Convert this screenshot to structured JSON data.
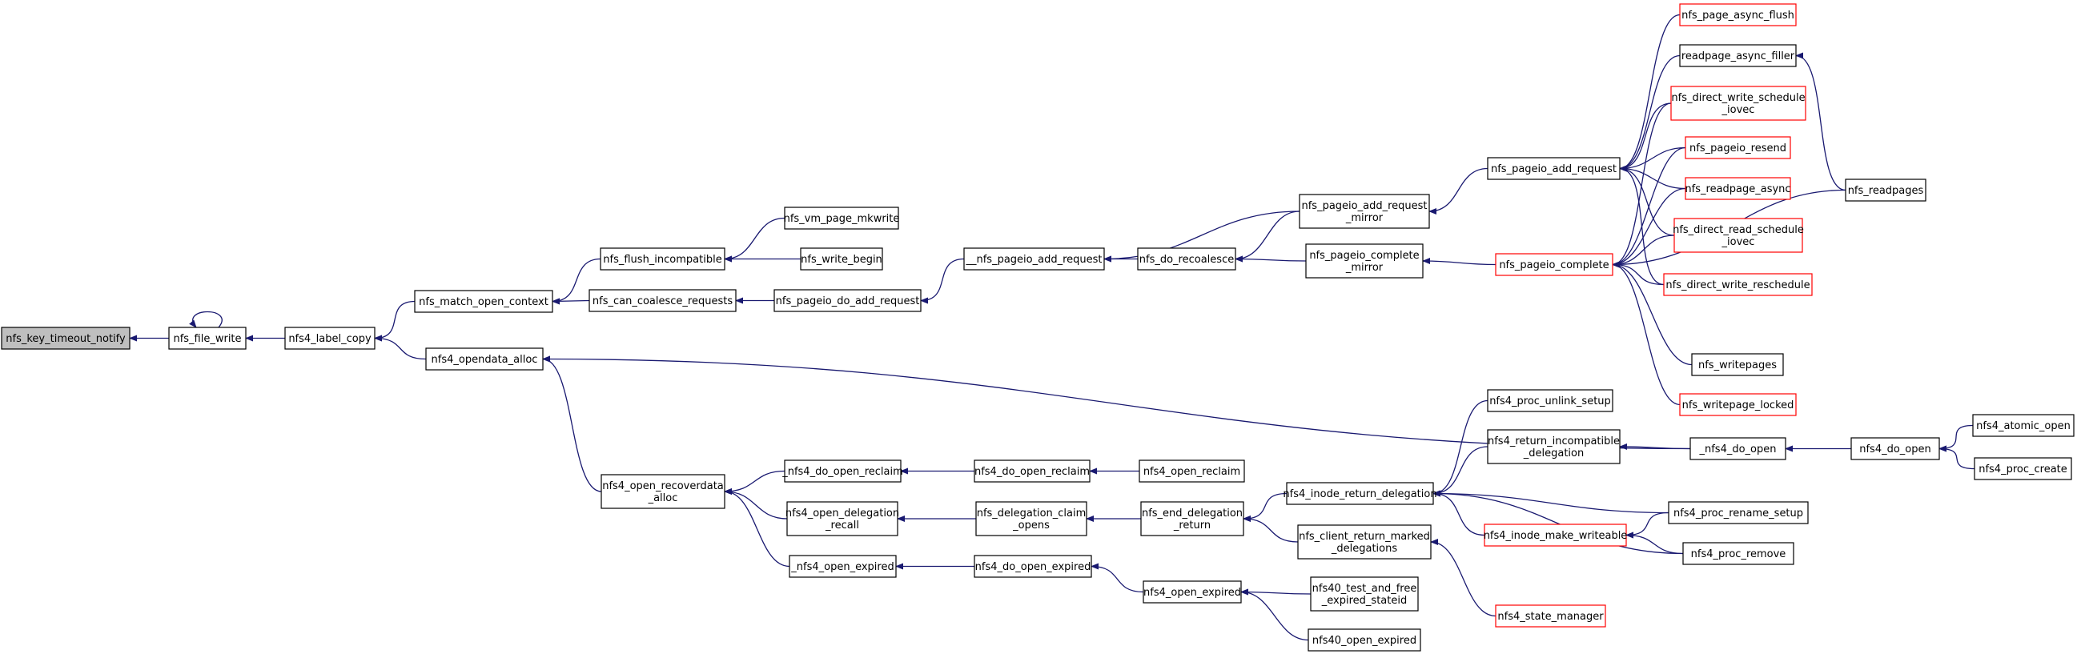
{
  "colors": {
    "edge": "#191970",
    "normal_border": "#000000",
    "truncated_border": "#ff0000",
    "root_fill": "#bfbfbf",
    "background": "#ffffff"
  },
  "graph": {
    "nodes": [
      {
        "id": "nfs_key_timeout_notify",
        "lines": [
          "nfs_key_timeout_notify"
        ],
        "kind": "root"
      },
      {
        "id": "nfs_file_write",
        "lines": [
          "nfs_file_write"
        ],
        "kind": "normal"
      },
      {
        "id": "nfs4_label_copy",
        "lines": [
          "nfs4_label_copy"
        ],
        "kind": "normal"
      },
      {
        "id": "nfs_match_open_context",
        "lines": [
          "nfs_match_open_context"
        ],
        "kind": "normal"
      },
      {
        "id": "nfs4_opendata_alloc",
        "lines": [
          "nfs4_opendata_alloc"
        ],
        "kind": "normal"
      },
      {
        "id": "nfs_flush_incompatible",
        "lines": [
          "nfs_flush_incompatible"
        ],
        "kind": "normal"
      },
      {
        "id": "nfs_can_coalesce_requests",
        "lines": [
          "nfs_can_coalesce_requests"
        ],
        "kind": "normal"
      },
      {
        "id": "nfs_vm_page_mkwrite",
        "lines": [
          "nfs_vm_page_mkwrite"
        ],
        "kind": "normal"
      },
      {
        "id": "nfs_write_begin",
        "lines": [
          "nfs_write_begin"
        ],
        "kind": "normal"
      },
      {
        "id": "nfs_pageio_do_add_request",
        "lines": [
          "nfs_pageio_do_add_request"
        ],
        "kind": "normal"
      },
      {
        "id": "__nfs_pageio_add_request",
        "lines": [
          "__nfs_pageio_add_request"
        ],
        "kind": "normal"
      },
      {
        "id": "nfs_do_recoalesce",
        "lines": [
          "nfs_do_recoalesce"
        ],
        "kind": "normal"
      },
      {
        "id": "nfs_pageio_add_request_mirror",
        "lines": [
          "nfs_pageio_add_request",
          "_mirror"
        ],
        "kind": "normal"
      },
      {
        "id": "nfs_pageio_complete_mirror",
        "lines": [
          "nfs_pageio_complete",
          "_mirror"
        ],
        "kind": "normal"
      },
      {
        "id": "nfs_pageio_add_request",
        "lines": [
          "nfs_pageio_add_request"
        ],
        "kind": "normal"
      },
      {
        "id": "nfs_pageio_complete",
        "lines": [
          "nfs_pageio_complete"
        ],
        "kind": "truncated"
      },
      {
        "id": "nfs_page_async_flush",
        "lines": [
          "nfs_page_async_flush"
        ],
        "kind": "truncated"
      },
      {
        "id": "readpage_async_filler",
        "lines": [
          "readpage_async_filler"
        ],
        "kind": "normal"
      },
      {
        "id": "nfs_direct_write_schedule_iovec",
        "lines": [
          "nfs_direct_write_schedule",
          "_iovec"
        ],
        "kind": "truncated"
      },
      {
        "id": "nfs_pageio_resend",
        "lines": [
          "nfs_pageio_resend"
        ],
        "kind": "truncated"
      },
      {
        "id": "nfs_readpage_async",
        "lines": [
          "nfs_readpage_async"
        ],
        "kind": "truncated"
      },
      {
        "id": "nfs_direct_read_schedule_iovec",
        "lines": [
          "nfs_direct_read_schedule",
          "_iovec"
        ],
        "kind": "truncated"
      },
      {
        "id": "nfs_direct_write_reschedule",
        "lines": [
          "nfs_direct_write_reschedule"
        ],
        "kind": "truncated"
      },
      {
        "id": "nfs_writepages",
        "lines": [
          "nfs_writepages"
        ],
        "kind": "normal"
      },
      {
        "id": "nfs_writepage_locked",
        "lines": [
          "nfs_writepage_locked"
        ],
        "kind": "truncated"
      },
      {
        "id": "nfs_readpages",
        "lines": [
          "nfs_readpages"
        ],
        "kind": "normal"
      },
      {
        "id": "nfs4_open_recoverdata_alloc",
        "lines": [
          "nfs4_open_recoverdata",
          "_alloc"
        ],
        "kind": "normal"
      },
      {
        "id": "_nfs4_do_open_reclaim",
        "lines": [
          "_nfs4_do_open_reclaim"
        ],
        "kind": "normal"
      },
      {
        "id": "nfs4_open_delegation_recall",
        "lines": [
          "nfs4_open_delegation",
          "_recall"
        ],
        "kind": "normal"
      },
      {
        "id": "_nfs4_open_expired",
        "lines": [
          "_nfs4_open_expired"
        ],
        "kind": "normal"
      },
      {
        "id": "nfs4_do_open_reclaim",
        "lines": [
          "nfs4_do_open_reclaim"
        ],
        "kind": "normal"
      },
      {
        "id": "nfs_delegation_claim_opens",
        "lines": [
          "nfs_delegation_claim",
          "_opens"
        ],
        "kind": "normal"
      },
      {
        "id": "nfs4_do_open_expired",
        "lines": [
          "nfs4_do_open_expired"
        ],
        "kind": "normal"
      },
      {
        "id": "nfs4_open_reclaim",
        "lines": [
          "nfs4_open_reclaim"
        ],
        "kind": "normal"
      },
      {
        "id": "nfs_end_delegation_return",
        "lines": [
          "nfs_end_delegation",
          "_return"
        ],
        "kind": "normal"
      },
      {
        "id": "nfs4_open_expired",
        "lines": [
          "nfs4_open_expired"
        ],
        "kind": "normal"
      },
      {
        "id": "nfs4_inode_return_delegation",
        "lines": [
          "nfs4_inode_return_delegation"
        ],
        "kind": "normal"
      },
      {
        "id": "nfs_client_return_marked_delegations",
        "lines": [
          "nfs_client_return_marked",
          "_delegations"
        ],
        "kind": "normal"
      },
      {
        "id": "nfs40_test_and_free_expired_stateid",
        "lines": [
          "nfs40_test_and_free",
          "_expired_stateid"
        ],
        "kind": "normal"
      },
      {
        "id": "nfs40_open_expired",
        "lines": [
          "nfs40_open_expired"
        ],
        "kind": "normal"
      },
      {
        "id": "nfs4_proc_unlink_setup",
        "lines": [
          "nfs4_proc_unlink_setup"
        ],
        "kind": "normal"
      },
      {
        "id": "nfs4_return_incompatible_delegation",
        "lines": [
          "nfs4_return_incompatible",
          "_delegation"
        ],
        "kind": "normal"
      },
      {
        "id": "nfs4_inode_make_writeable",
        "lines": [
          "nfs4_inode_make_writeable"
        ],
        "kind": "truncated"
      },
      {
        "id": "nfs4_state_manager",
        "lines": [
          "nfs4_state_manager"
        ],
        "kind": "truncated"
      },
      {
        "id": "_nfs4_do_open",
        "lines": [
          "_nfs4_do_open"
        ],
        "kind": "normal"
      },
      {
        "id": "nfs4_proc_rename_setup",
        "lines": [
          "nfs4_proc_rename_setup"
        ],
        "kind": "normal"
      },
      {
        "id": "nfs4_proc_remove",
        "lines": [
          "nfs4_proc_remove"
        ],
        "kind": "normal"
      },
      {
        "id": "nfs4_do_open",
        "lines": [
          "nfs4_do_open"
        ],
        "kind": "normal"
      },
      {
        "id": "nfs4_atomic_open",
        "lines": [
          "nfs4_atomic_open"
        ],
        "kind": "normal"
      },
      {
        "id": "nfs4_proc_create",
        "lines": [
          "nfs4_proc_create"
        ],
        "kind": "normal"
      }
    ],
    "edges": [
      [
        "nfs_file_write",
        "nfs_key_timeout_notify"
      ],
      [
        "nfs_file_write",
        "nfs_file_write"
      ],
      [
        "nfs4_label_copy",
        "nfs_file_write"
      ],
      [
        "nfs_match_open_context",
        "nfs4_label_copy"
      ],
      [
        "nfs4_opendata_alloc",
        "nfs4_label_copy"
      ],
      [
        "nfs_flush_incompatible",
        "nfs_match_open_context"
      ],
      [
        "nfs_can_coalesce_requests",
        "nfs_match_open_context"
      ],
      [
        "nfs_vm_page_mkwrite",
        "nfs_flush_incompatible"
      ],
      [
        "nfs_write_begin",
        "nfs_flush_incompatible"
      ],
      [
        "nfs_pageio_do_add_request",
        "nfs_can_coalesce_requests"
      ],
      [
        "__nfs_pageio_add_request",
        "nfs_pageio_do_add_request"
      ],
      [
        "nfs_do_recoalesce",
        "__nfs_pageio_add_request"
      ],
      [
        "nfs_pageio_add_request_mirror",
        "__nfs_pageio_add_request"
      ],
      [
        "nfs_pageio_add_request_mirror",
        "nfs_do_recoalesce"
      ],
      [
        "nfs_pageio_complete_mirror",
        "nfs_do_recoalesce"
      ],
      [
        "nfs_pageio_add_request",
        "nfs_pageio_add_request_mirror"
      ],
      [
        "nfs_pageio_complete",
        "nfs_pageio_complete_mirror"
      ],
      [
        "nfs_page_async_flush",
        "nfs_pageio_add_request"
      ],
      [
        "readpage_async_filler",
        "nfs_pageio_add_request"
      ],
      [
        "nfs_direct_write_schedule_iovec",
        "nfs_pageio_add_request"
      ],
      [
        "nfs_pageio_resend",
        "nfs_pageio_add_request"
      ],
      [
        "nfs_readpage_async",
        "nfs_pageio_add_request"
      ],
      [
        "nfs_direct_read_schedule_iovec",
        "nfs_pageio_add_request"
      ],
      [
        "nfs_direct_write_reschedule",
        "nfs_pageio_add_request"
      ],
      [
        "nfs_direct_write_schedule_iovec",
        "nfs_pageio_complete"
      ],
      [
        "nfs_pageio_resend",
        "nfs_pageio_complete"
      ],
      [
        "nfs_readpage_async",
        "nfs_pageio_complete"
      ],
      [
        "nfs_direct_read_schedule_iovec",
        "nfs_pageio_complete"
      ],
      [
        "nfs_direct_write_reschedule",
        "nfs_pageio_complete"
      ],
      [
        "nfs_readpages",
        "nfs_pageio_complete"
      ],
      [
        "nfs_writepages",
        "nfs_pageio_complete"
      ],
      [
        "nfs_writepage_locked",
        "nfs_pageio_complete"
      ],
      [
        "nfs_readpages",
        "readpage_async_filler"
      ],
      [
        "_nfs4_do_open",
        "nfs4_opendata_alloc"
      ],
      [
        "nfs4_open_recoverdata_alloc",
        "nfs4_opendata_alloc"
      ],
      [
        "_nfs4_do_open_reclaim",
        "nfs4_open_recoverdata_alloc"
      ],
      [
        "nfs4_open_delegation_recall",
        "nfs4_open_recoverdata_alloc"
      ],
      [
        "_nfs4_open_expired",
        "nfs4_open_recoverdata_alloc"
      ],
      [
        "nfs4_do_open_reclaim",
        "_nfs4_do_open_reclaim"
      ],
      [
        "nfs_delegation_claim_opens",
        "nfs4_open_delegation_recall"
      ],
      [
        "nfs4_do_open_expired",
        "_nfs4_open_expired"
      ],
      [
        "nfs4_open_reclaim",
        "nfs4_do_open_reclaim"
      ],
      [
        "nfs_end_delegation_return",
        "nfs_delegation_claim_opens"
      ],
      [
        "nfs4_open_expired",
        "nfs4_do_open_expired"
      ],
      [
        "nfs4_inode_return_delegation",
        "nfs_end_delegation_return"
      ],
      [
        "nfs_client_return_marked_delegations",
        "nfs_end_delegation_return"
      ],
      [
        "nfs40_test_and_free_expired_stateid",
        "nfs4_open_expired"
      ],
      [
        "nfs40_open_expired",
        "nfs4_open_expired"
      ],
      [
        "nfs4_proc_unlink_setup",
        "nfs4_inode_return_delegation"
      ],
      [
        "nfs4_return_incompatible_delegation",
        "nfs4_inode_return_delegation"
      ],
      [
        "nfs4_inode_make_writeable",
        "nfs4_inode_return_delegation"
      ],
      [
        "nfs4_proc_rename_setup",
        "nfs4_inode_return_delegation"
      ],
      [
        "nfs4_proc_remove",
        "nfs4_inode_return_delegation"
      ],
      [
        "nfs4_state_manager",
        "nfs_client_return_marked_delegations"
      ],
      [
        "_nfs4_do_open",
        "nfs4_return_incompatible_delegation"
      ],
      [
        "nfs4_proc_rename_setup",
        "nfs4_inode_make_writeable"
      ],
      [
        "nfs4_proc_remove",
        "nfs4_inode_make_writeable"
      ],
      [
        "nfs4_do_open",
        "_nfs4_do_open"
      ],
      [
        "nfs4_atomic_open",
        "nfs4_do_open"
      ],
      [
        "nfs4_proc_create",
        "nfs4_do_open"
      ]
    ]
  }
}
